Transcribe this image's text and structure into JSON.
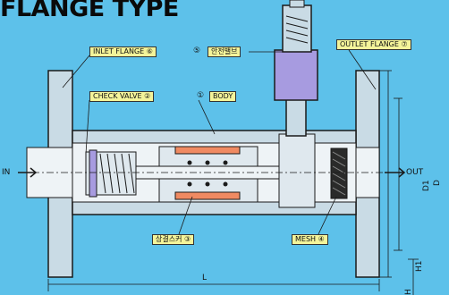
{
  "title": "FLANGE TYPE",
  "callouts": {
    "inlet_flange": {
      "text": "INLET FLANGE",
      "num": "⑥"
    },
    "check_valve": {
      "text": "CHECK VALVE",
      "num": "②"
    },
    "body": {
      "num": "①",
      "text": "BODY"
    },
    "top_part": {
      "num": "⑤",
      "text": "안전밸브"
    },
    "outlet_flange": {
      "text": "OUTLET FLANGE",
      "num": "⑦"
    },
    "lower_left": {
      "text": "상결스커",
      "num": "③"
    },
    "mesh": {
      "text": "MESH",
      "num": "④"
    }
  },
  "flow": {
    "in": "IN",
    "out": "OUT"
  },
  "dimensions": {
    "length": "L",
    "d": "D",
    "d1": "D1",
    "h1": "H",
    "h2": "H1"
  },
  "colors": {
    "background": "#5dc1ea",
    "body_fill": "#c9dbe5",
    "outline": "#1a1a1a",
    "coil": "#f08a62",
    "valve_purple": "#a79be0",
    "callout_bg": "#f4f49a"
  }
}
